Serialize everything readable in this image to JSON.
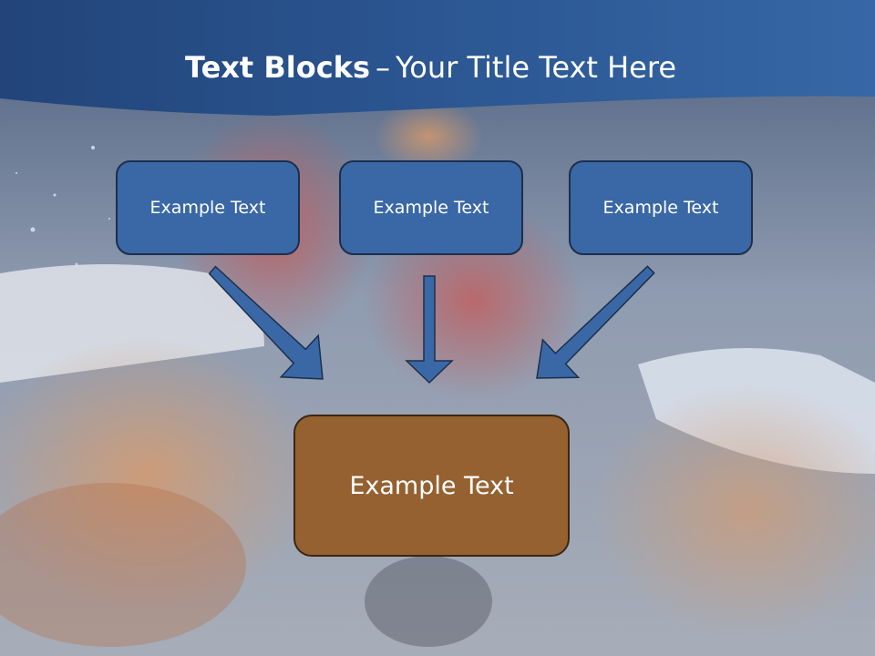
{
  "title": {
    "bold": "Text Blocks",
    "separator": "–",
    "rest": "Your Title Text Here"
  },
  "boxes": {
    "left": "Example Text",
    "center": "Example Text",
    "right": "Example Text",
    "bottom": "Example Text"
  },
  "colors": {
    "header_band": "#2f5b94",
    "box_fill": "#3a68a6",
    "box_border": "#1c2f4d",
    "bottom_box_fill": "#956131",
    "arrow": "#3a68a6"
  }
}
